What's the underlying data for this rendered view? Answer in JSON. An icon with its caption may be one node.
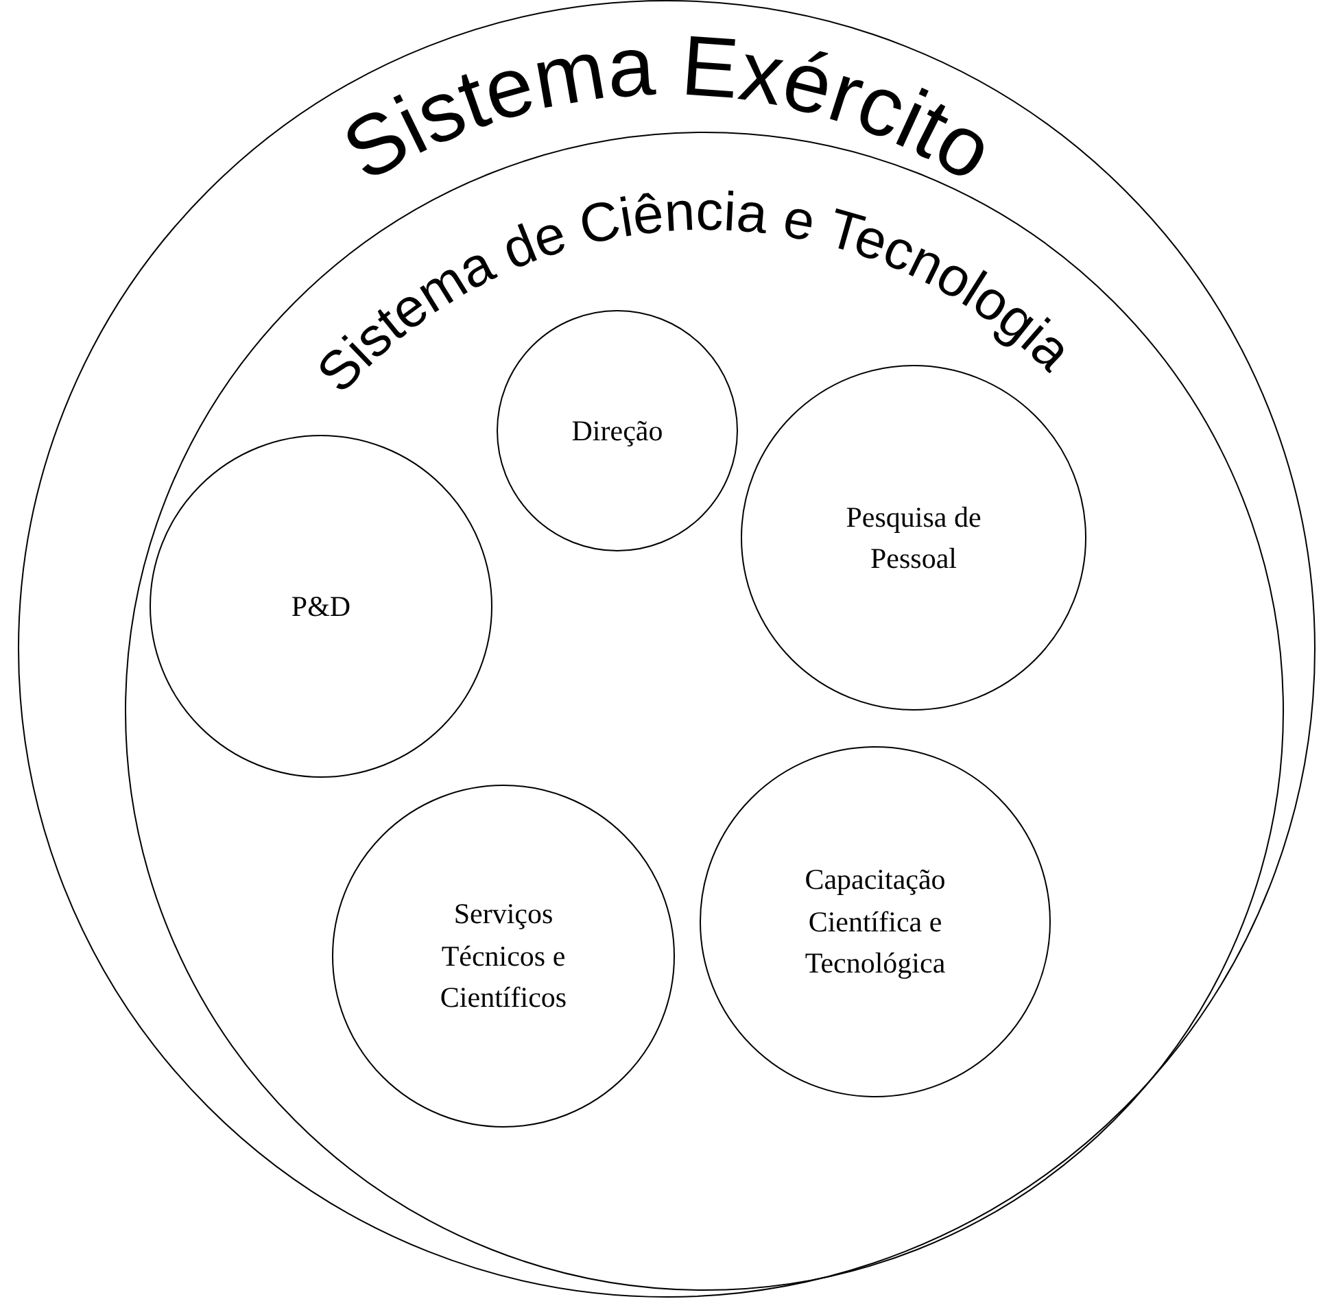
{
  "diagram": {
    "nodes": [
      {
        "text": [
          "Sistema Exército"
        ]
      },
      {
        "text": [
          "Sistema de Ciência e Tecnologia"
        ],
        "in": 0
      },
      {
        "text": [
          "Direção"
        ],
        "in": 1
      },
      {
        "text": [
          "P&D"
        ],
        "in": 1
      },
      {
        "text": [
          "Pesquisa de Pessoal"
        ],
        "in": 1
      },
      {
        "text": [
          "Serviços Técnicos e Científicos"
        ],
        "in": 1
      },
      {
        "text": [
          "Capacitação Científica e Tecnológica"
        ],
        "in": 1
      }
    ]
  }
}
